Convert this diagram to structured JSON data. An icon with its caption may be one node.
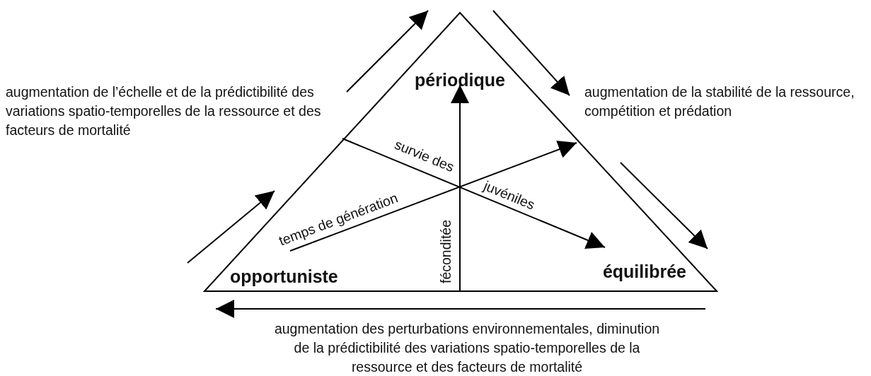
{
  "diagram": {
    "nodes": [
      {
        "text": [
          "périodique",
          "opportuniste",
          "équilibrée"
        ]
      }
    ],
    "labels": [
      "augmentation de l’échelle et de la prédictibilité des variations spatio-temporelles de la ressource et des facteurs de mortalité",
      "augmentation de la stabilité de la ressource, compétition et prédation",
      "survie des",
      "juvéniles",
      "temps de génération",
      "féconditée",
      "augmentation des perturbations environnementales, diminution de la prédictibilité des variations spatio-temporelles de la ressource et des facteurs de mortalité"
    ]
  }
}
